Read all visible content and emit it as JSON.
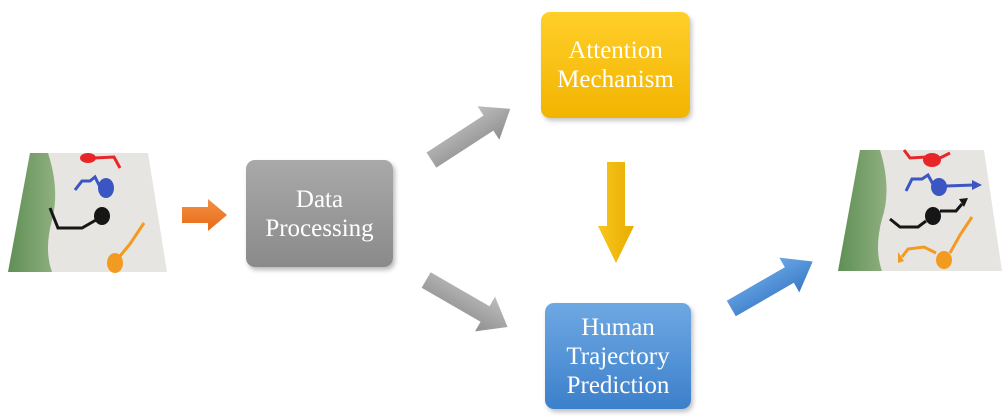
{
  "nodes": {
    "data_processing": {
      "label": "Data\nProcessing",
      "color": "#999999"
    },
    "attention": {
      "label": "Attention\nMechanism",
      "color": "#f5bd0a"
    },
    "prediction": {
      "label": "Human\nTrajectory\nPrediction",
      "color": "#4f8fd6"
    }
  },
  "images": {
    "input_scene": "input scene with observed trajectories (red, blue, black, orange)",
    "output_scene": "output scene with predicted trajectories (arrowheads)"
  },
  "colors": {
    "arrow_orange": "#ef7d2d",
    "arrow_gray": "#a3a3a3",
    "arrow_yellow": "#f5bd0a",
    "arrow_blue": "#4f8fd6",
    "traj_red": "#e8262a",
    "traj_blue": "#3b56c2",
    "traj_black": "#161616",
    "traj_orange": "#f39a20"
  }
}
